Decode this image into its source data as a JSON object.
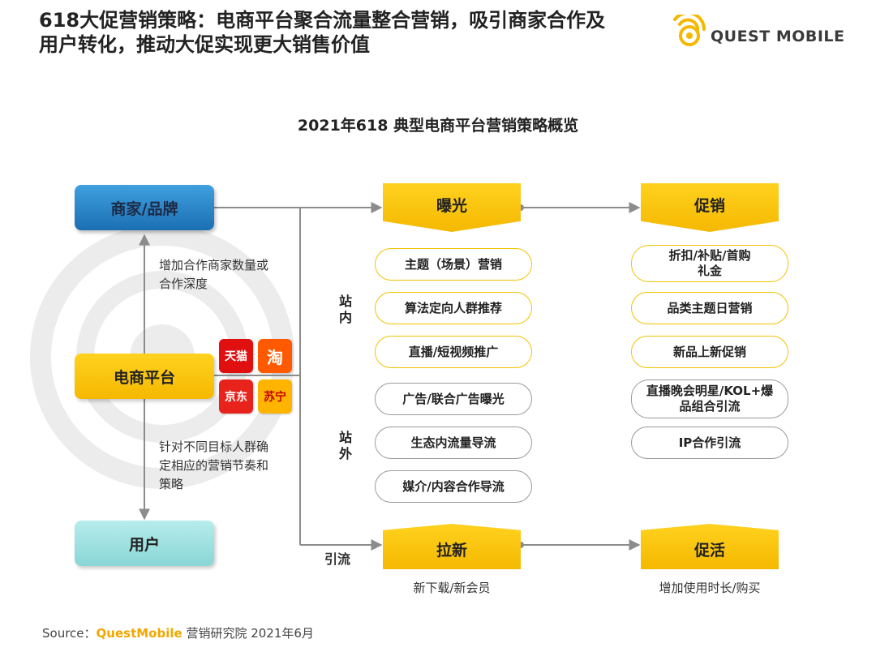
{
  "header": {
    "title_line1": "618大促营销策略：电商平台聚合流量整合营销，吸引商家合作及",
    "title_line2": "用户转化，推动大促实现更大销售价值",
    "logo_text": "QUEST MOBILE"
  },
  "diagram": {
    "title": "2021年618 典型电商平台营销策略概览",
    "left": {
      "merchant": "商家/品牌",
      "platform": "电商平台",
      "user": "用户",
      "note_up": "增加合作商家数量或合作深度",
      "note_down": "针对不同目标人群确定相应的营销节奏和策略",
      "apps": [
        "天猫",
        "淘",
        "京东",
        "苏宁"
      ]
    },
    "exposure": {
      "header": "曝光",
      "onsite_label": "站内",
      "offsite_label": "站外",
      "onsite_items": [
        "主题（场景）营销",
        "算法定向人群推荐",
        "直播/短视频推广"
      ],
      "offsite_items": [
        "广告/联合广告曝光",
        "生态内流量导流",
        "媒介/内容合作导流"
      ]
    },
    "promotion": {
      "header": "促销",
      "items": [
        "折扣/补贴/首购礼金",
        "品类主题日营销",
        "新品上新促销",
        "直播晚会明星/KOL+爆品组合引流",
        "IP合作引流"
      ]
    },
    "acquisition": {
      "flow_label": "引流",
      "header": "拉新",
      "caption": "新下载/新会员"
    },
    "activation": {
      "header": "促活",
      "caption": "增加使用时长/购买"
    }
  },
  "footer": {
    "source_prefix": "Source：",
    "source_brand": "QuestMobile",
    "source_rest": " 营销研究院 2021年6月"
  },
  "colors": {
    "yellow": "#f5b800",
    "blue": "#1b6fb3",
    "teal": "#8ad6d6",
    "line": "#8c8c8c"
  }
}
